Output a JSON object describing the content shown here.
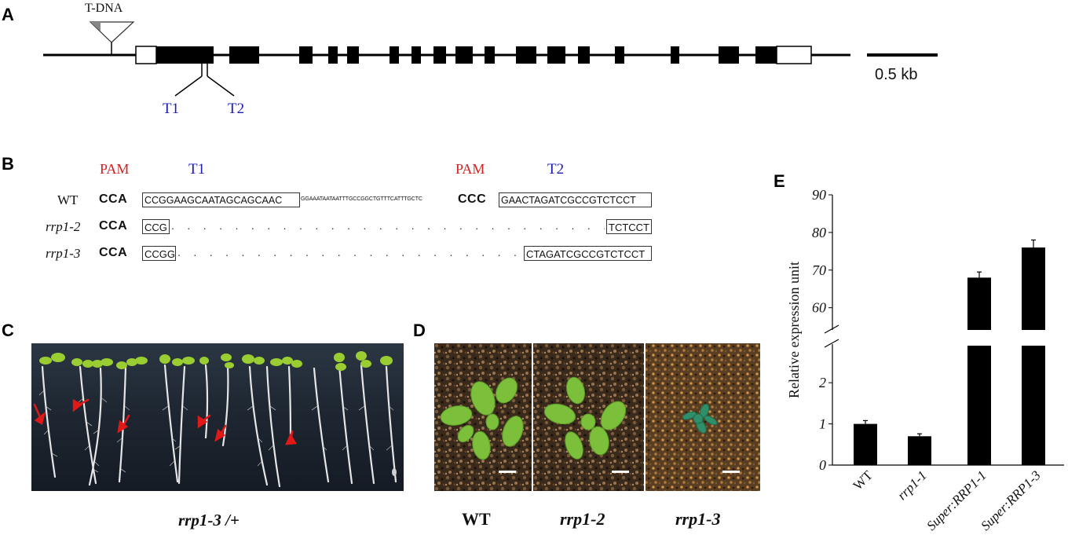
{
  "panels": {
    "A": "A",
    "B": "B",
    "C": "C",
    "D": "D",
    "E": "E"
  },
  "panel_a": {
    "tdna_label": "T-DNA",
    "t1_label": "T1",
    "t2_label": "T2",
    "scale_label": "0.5 kb"
  },
  "panel_b": {
    "pam1_label": "PAM",
    "t1_label": "T1",
    "pam2_label": "PAM",
    "t2_label": "T2",
    "rows": [
      {
        "name": "WT",
        "pam_left": "CCA",
        "box1": "CCGGAAGCAATAGCAGCAAC",
        "mid": "GGAAATAATAATTTGCCGGCTGTTTCATTTGCTC",
        "pam_right": "CCC",
        "box2": "GAACTAGATCGCCGTCTCCT"
      },
      {
        "name": "rrp1-2",
        "pam_left": "CCA",
        "box1": "CCG",
        "dots": "...................................................................",
        "box2": "TCTCCT"
      },
      {
        "name": "rrp1-3",
        "pam_left": "CCA",
        "box1": "CCGG",
        "dots": ".........................................................",
        "box2": "CTAGATCGCCGTCTCCT"
      }
    ]
  },
  "panel_c": {
    "label": "rrp1-3 /+"
  },
  "panel_d": {
    "labels": [
      "WT",
      "rrp1-2",
      "rrp1-3"
    ]
  },
  "chart_data": {
    "type": "bar",
    "categories": [
      "WT",
      "rrp1-1",
      "Super:RRP1-1",
      "Super:RRP1-3"
    ],
    "values": [
      1.0,
      0.7,
      68,
      76
    ],
    "errors": [
      0.08,
      0.06,
      1.5,
      2.0
    ],
    "ylabel": "Relative expression unit",
    "axis_break": true,
    "lower_yticks": [
      0,
      1,
      2
    ],
    "upper_yticks": [
      60,
      70,
      80,
      90
    ],
    "lower_ylim": [
      0,
      2.9
    ],
    "upper_ylim": [
      52,
      90
    ],
    "bar_color": "#000000"
  }
}
